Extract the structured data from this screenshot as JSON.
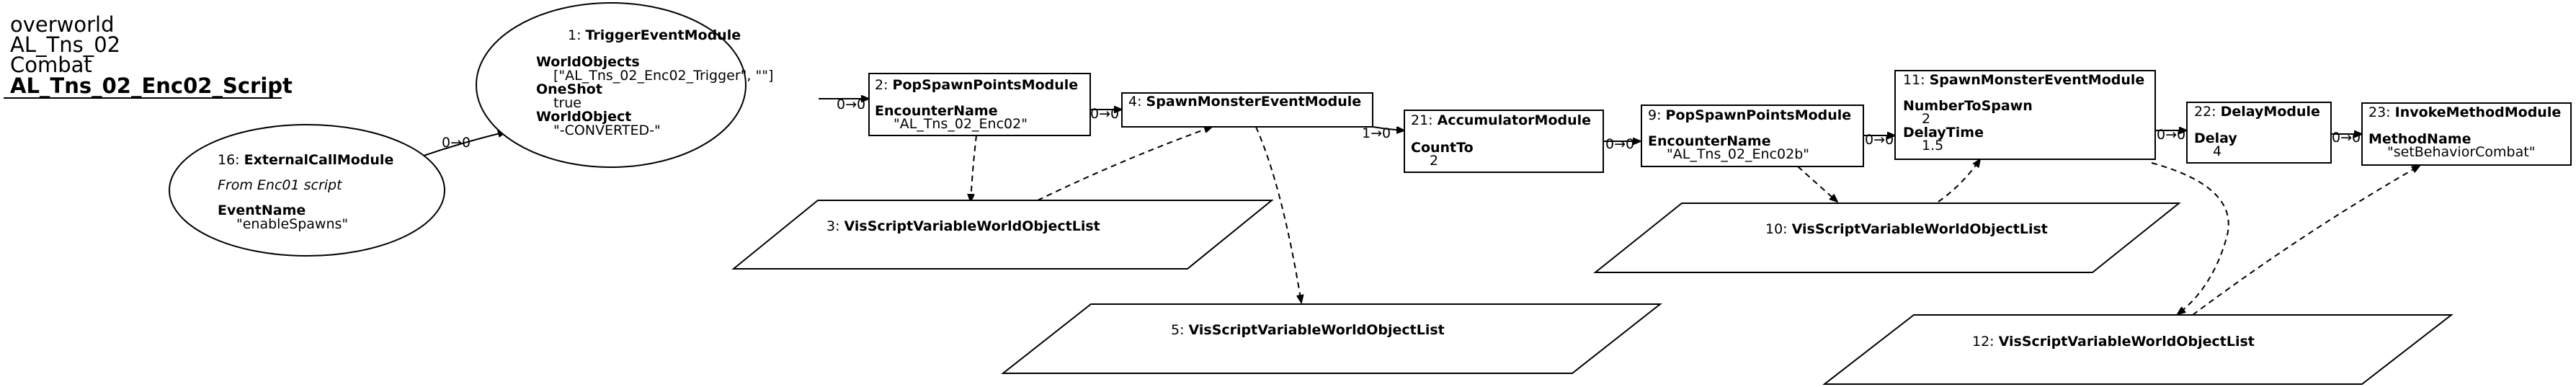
{
  "title": {
    "line1": "overworld",
    "line2": "AL_Tns_02",
    "line3": "Combat",
    "line4": "AL_Tns_02_Enc02_Script"
  },
  "nodes": {
    "n16": {
      "id": "16: ",
      "name": "ExternalCallModule",
      "note": "From Enc01 script",
      "p1": "EventName",
      "v1": "\"enableSpawns\""
    },
    "n1": {
      "id": "1: ",
      "name": "TriggerEventModule",
      "p1": "WorldObjects",
      "v1": "[\"AL_Tns_02_Enc02_Trigger\", \"\"]",
      "p2": "OneShot",
      "v2": "true",
      "p3": "WorldObject",
      "v3": "\"-CONVERTED-\""
    },
    "n2": {
      "id": "2: ",
      "name": "PopSpawnPointsModule",
      "p1": "EncounterName",
      "v1": "\"AL_Tns_02_Enc02\""
    },
    "n4": {
      "id": "4: ",
      "name": "SpawnMonsterEventModule"
    },
    "n3": {
      "id": "3: ",
      "name": "VisScriptVariableWorldObjectList"
    },
    "n5": {
      "id": "5: ",
      "name": "VisScriptVariableWorldObjectList"
    },
    "n21": {
      "id": "21: ",
      "name": "AccumulatorModule",
      "p1": "CountTo",
      "v1": "2"
    },
    "n9": {
      "id": "9: ",
      "name": "PopSpawnPointsModule",
      "p1": "EncounterName",
      "v1": "\"AL_Tns_02_Enc02b\""
    },
    "n10": {
      "id": "10: ",
      "name": "VisScriptVariableWorldObjectList"
    },
    "n11": {
      "id": "11: ",
      "name": "SpawnMonsterEventModule",
      "p1": "NumberToSpawn",
      "v1": "2",
      "p2": "DelayTime",
      "v2": "1.5"
    },
    "n12": {
      "id": "12: ",
      "name": "VisScriptVariableWorldObjectList"
    },
    "n22": {
      "id": "22: ",
      "name": "DelayModule",
      "p1": "Delay",
      "v1": "4"
    },
    "n23": {
      "id": "23: ",
      "name": "InvokeMethodModule",
      "p1": "MethodName",
      "v1": "\"setBehaviorCombat\""
    }
  },
  "edges": {
    "e16_1": "0→0",
    "e1_2": "0→0",
    "e2_4": "0→0",
    "e4_21": "1→0",
    "e21_9": "0→0",
    "e9_11": "0→0",
    "e11_22": "0→0",
    "e22_23": "0→0"
  }
}
